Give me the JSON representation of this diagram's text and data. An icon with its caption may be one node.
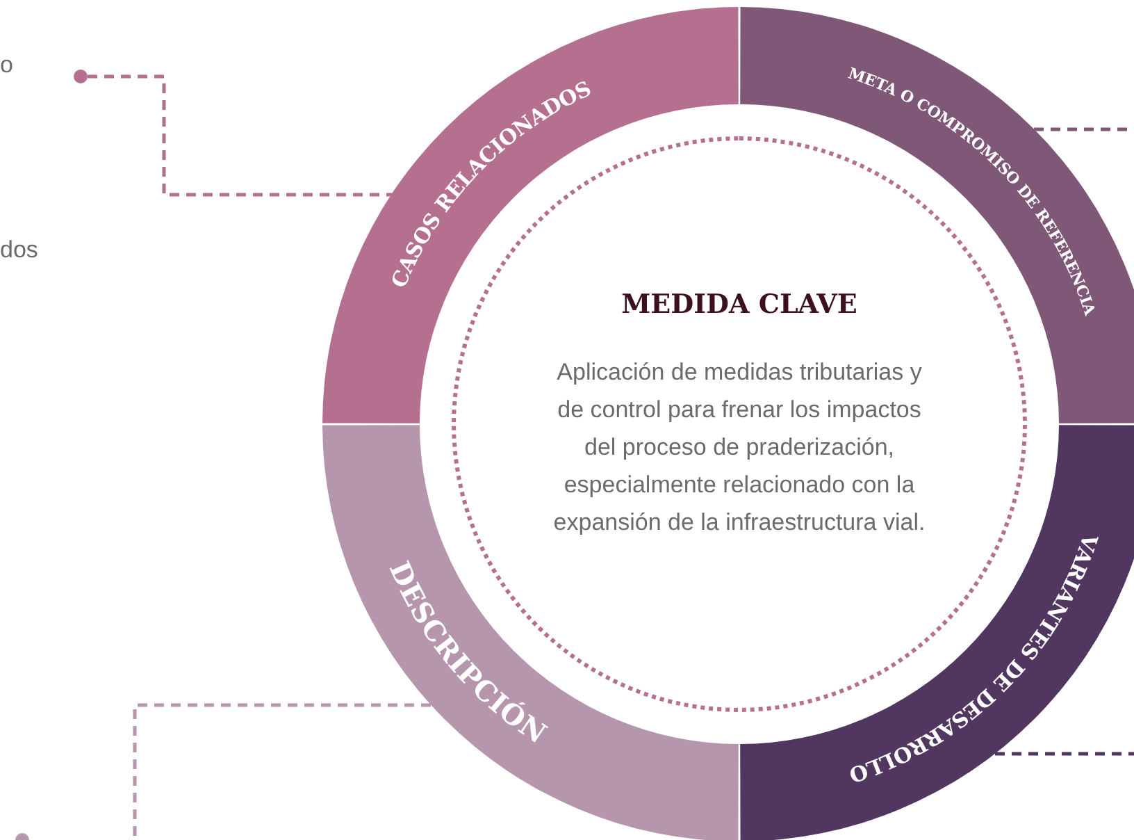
{
  "diagram": {
    "nodes": [
      {
        "text": [
          "MEDIDA CLAVE",
          "Aplicación de medidas tributarias y de control para frenar los impactos del proceso de praderización, especialmente relacionado con la expansión de la infraestructura vial."
        ]
      },
      {
        "text": [
          "CASOS RELACIONADOS"
        ]
      },
      {
        "text": [
          "META O COMPROMISO DE REFERENCIA"
        ]
      },
      {
        "text": [
          "VARIANTES DE DESARROLLO"
        ]
      },
      {
        "text": [
          "DESCRIPCIÓN"
        ]
      },
      {
        "text": [],
        "shape": "circle"
      }
    ],
    "edges": [
      {
        "from": 5,
        "to": 1,
        "arrow": "none",
        "style": "dashed",
        "color": "#b5708f"
      },
      {
        "from": 2,
        "to": null,
        "arrow": "none",
        "style": "dashed",
        "color": "#7f5878"
      },
      {
        "from": 3,
        "to": null,
        "arrow": "none",
        "style": "dashed",
        "color": "#513660"
      },
      {
        "from": 4,
        "to": null,
        "arrow": "none",
        "style": "dashed",
        "color": "#b596ad"
      }
    ],
    "labels": [
      "o",
      "dos"
    ]
  }
}
